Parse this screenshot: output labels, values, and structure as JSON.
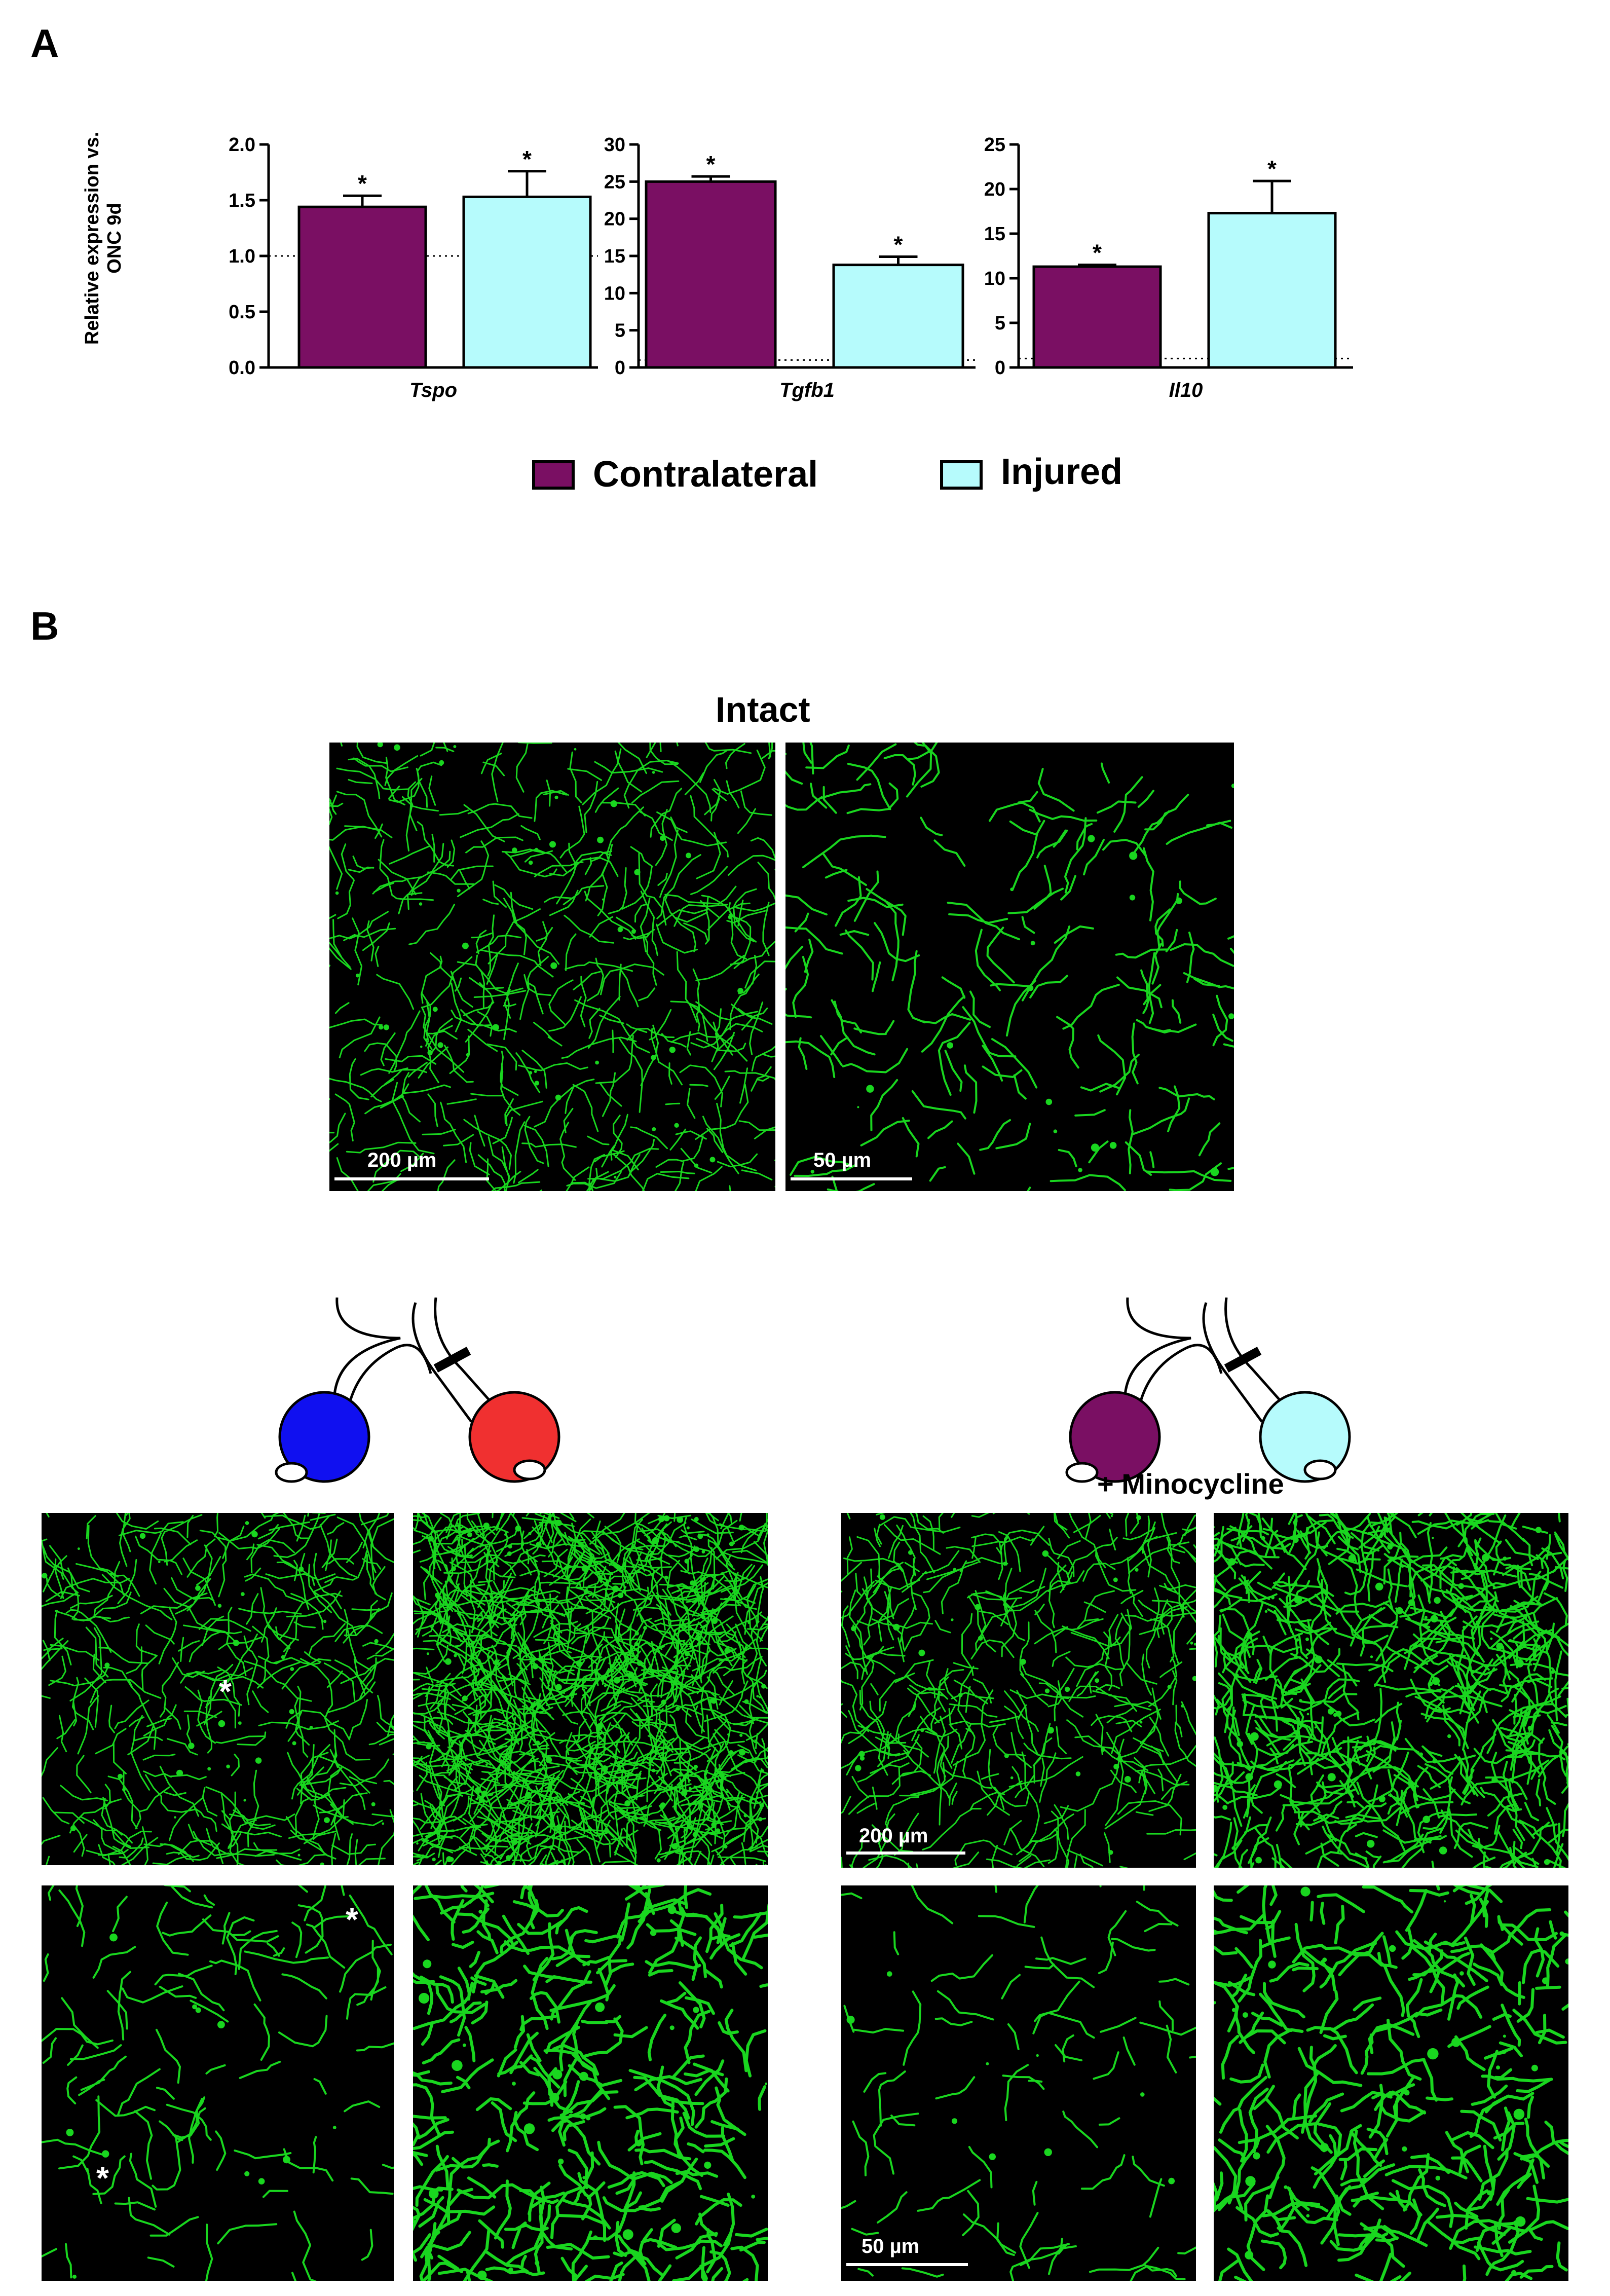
{
  "figure": {
    "panel_a_label": "A",
    "panel_b_label": "B"
  },
  "colors": {
    "contralateral": "#7a0f63",
    "injured": "#b6fbfc",
    "eye_blue": "#1010f0",
    "eye_red": "#f03030",
    "micro_green": "#19d61f"
  },
  "chart_data": [
    {
      "type": "bar",
      "categories": [
        "Tspo"
      ],
      "xlabel": "Tspo",
      "ylabel": "Relative expression vs. ONC 9d",
      "ylim": [
        0,
        2.0
      ],
      "yticks": [
        "0.0",
        "0.5",
        "1.0",
        "1.5",
        "2.0"
      ],
      "reference_line": 1.0,
      "series": [
        {
          "name": "Contralateral",
          "values": [
            1.44
          ],
          "error": [
            0.1
          ],
          "annotation": "*"
        },
        {
          "name": "Injured",
          "values": [
            1.53
          ],
          "error": [
            0.23
          ],
          "annotation": "*"
        }
      ]
    },
    {
      "type": "bar",
      "categories": [
        "Tgfb1"
      ],
      "xlabel": "Tgfb1",
      "ylabel": "",
      "ylim": [
        0,
        30
      ],
      "yticks": [
        "0",
        "5",
        "10",
        "15",
        "20",
        "25",
        "30"
      ],
      "reference_line": 1.0,
      "series": [
        {
          "name": "Contralateral",
          "values": [
            25.0
          ],
          "error": [
            0.7
          ],
          "annotation": "*"
        },
        {
          "name": "Injured",
          "values": [
            13.8
          ],
          "error": [
            1.1
          ],
          "annotation": "*"
        }
      ]
    },
    {
      "type": "bar",
      "categories": [
        "Il10"
      ],
      "xlabel": "Il10",
      "ylabel": "",
      "ylim": [
        0,
        25
      ],
      "yticks": [
        "0",
        "5",
        "10",
        "15",
        "20",
        "25"
      ],
      "reference_line": 1.0,
      "series": [
        {
          "name": "Contralateral",
          "values": [
            11.3
          ],
          "error": [
            0.2
          ],
          "annotation": "*"
        },
        {
          "name": "Injured",
          "values": [
            17.3
          ],
          "error": [
            3.6
          ],
          "annotation": "*"
        }
      ]
    }
  ],
  "legend": {
    "contralateral": "Contralateral",
    "injured": "Injured"
  },
  "panel_b": {
    "intact_title": "Intact",
    "minocycline_label": "+ Minocycline",
    "scale_200": "200 µm",
    "scale_50": "50 µm",
    "asterisk": "*"
  }
}
